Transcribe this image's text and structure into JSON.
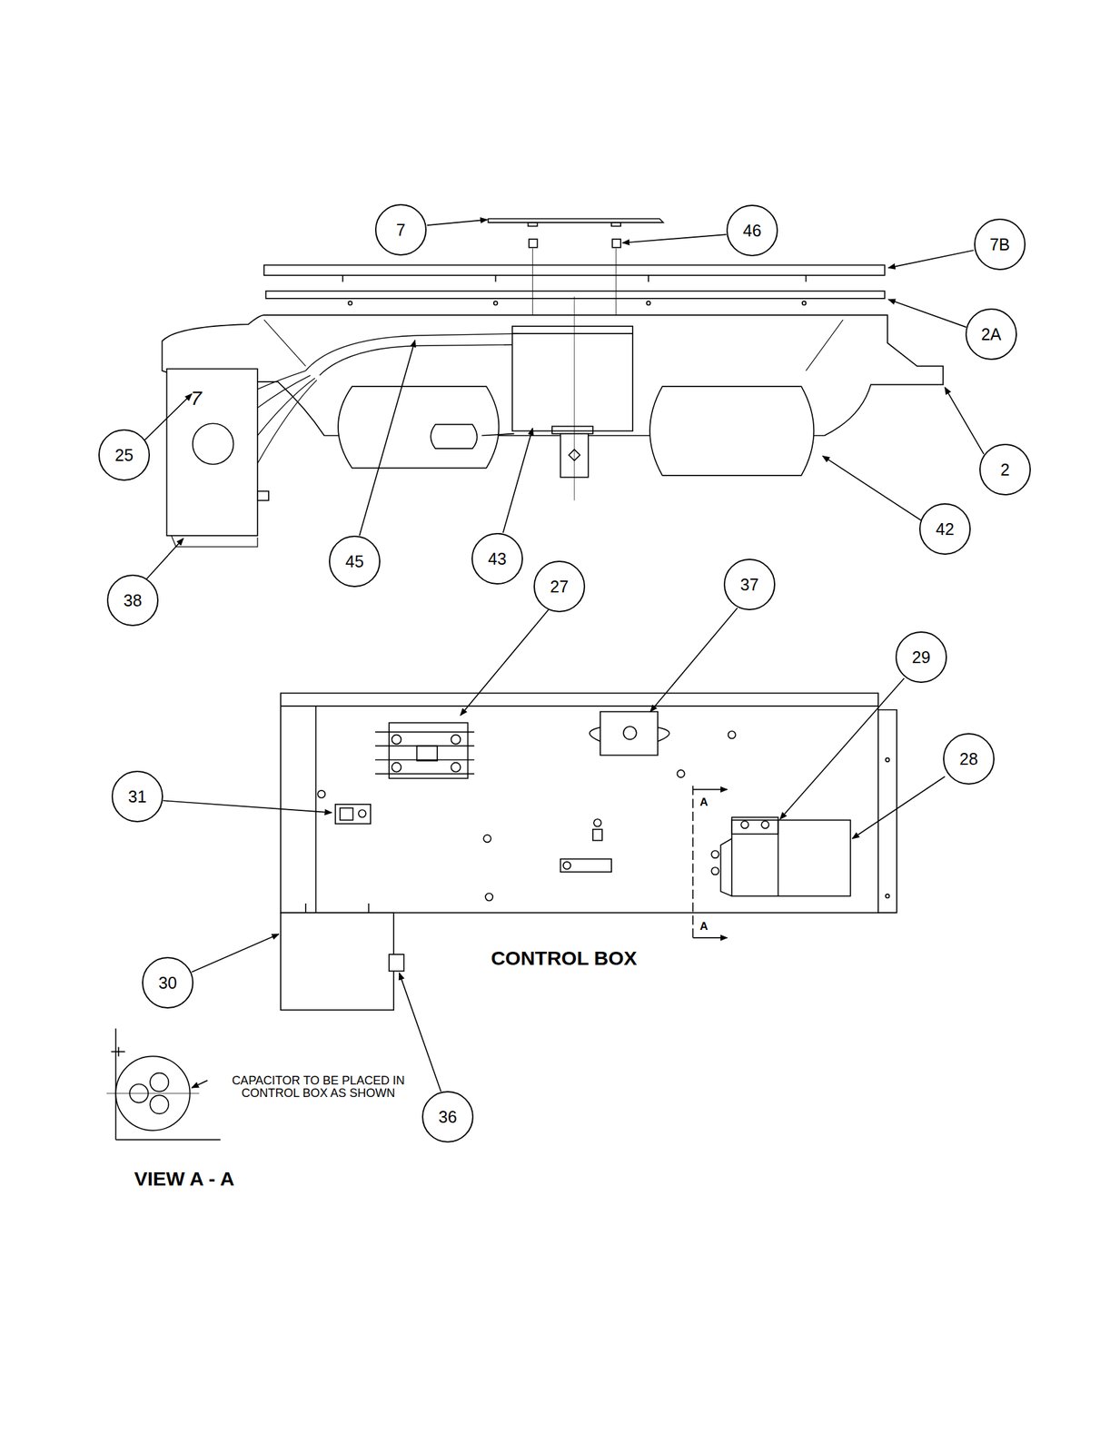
{
  "diagram": {
    "nodes": [
      {
        "text": [
          "7"
        ]
      },
      {
        "text": [
          "46"
        ]
      },
      {
        "text": [
          "7B"
        ]
      },
      {
        "text": [
          "2A"
        ]
      },
      {
        "text": [
          "25"
        ]
      },
      {
        "text": [
          "2"
        ]
      },
      {
        "text": [
          "42"
        ]
      },
      {
        "text": [
          "45"
        ]
      },
      {
        "text": [
          "43"
        ]
      },
      {
        "text": [
          "38"
        ]
      },
      {
        "text": [
          "27"
        ]
      },
      {
        "text": [
          "37"
        ]
      },
      {
        "text": [
          "29"
        ]
      },
      {
        "text": [
          "31"
        ]
      },
      {
        "text": [
          "28"
        ]
      },
      {
        "text": [
          "30"
        ]
      },
      {
        "text": [
          "36"
        ]
      }
    ],
    "labels": [
      "7",
      "A",
      "A",
      "CONTROL BOX",
      "CAPACITOR TO BE PLACED IN CONTROL BOX AS SHOWN",
      "VIEW A - A"
    ]
  }
}
